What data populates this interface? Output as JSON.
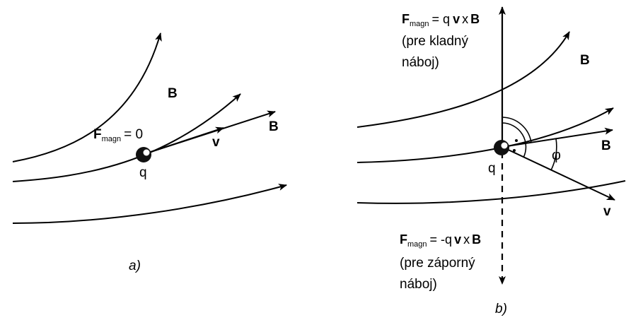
{
  "panel_a": {
    "field_label_top": "B",
    "field_label_right": "B",
    "force_main": "F",
    "force_sub": "magn",
    "force_eq": "= 0",
    "velocity_label": "v",
    "charge_label": "q",
    "caption": "a)"
  },
  "panel_b": {
    "force_pos_main": "F",
    "force_pos_sub": "magn",
    "force_pos_eq_prefix": "= q",
    "force_pos_v": "v",
    "force_pos_cross": "x",
    "force_pos_b": "B",
    "force_pos_note_1": "(pre kladný",
    "force_pos_note_2": "náboj)",
    "force_neg_main": "F",
    "force_neg_sub": "magn",
    "force_neg_eq_prefix": "= -q",
    "force_neg_v": "v",
    "force_neg_cross": "x",
    "force_neg_b": "B",
    "force_neg_note_1": "(pre záporný",
    "force_neg_note_2": "náboj)",
    "field_label_top": "B",
    "field_label_right": "B",
    "angle_label": "φ",
    "velocity_label": "v",
    "charge_label": "q",
    "caption": "b)"
  },
  "colors": {
    "ink": "#000000",
    "background": "#ffffff"
  }
}
